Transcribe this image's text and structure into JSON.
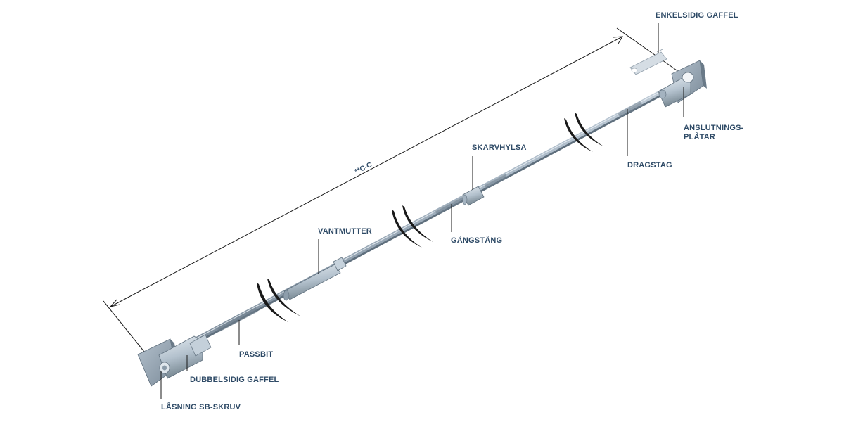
{
  "dimension": {
    "label": "**C-C"
  },
  "labels": {
    "enkelsidig_gaffel": "ENKELSIDIG GAFFEL",
    "anslutningsplatar_line1": "ANSLUTNINGS-",
    "anslutningsplatar_line2": "PLÅTAR",
    "dragstag": "DRAGSTAG",
    "skarvhylsa": "SKARVHYLSA",
    "gangstang": "GÄNGSTÅNG",
    "vantmutter": "VANTMUTTER",
    "passbit": "PASSBIT",
    "dubbelsidig_gaffel": "DUBBELSIDIG GAFFEL",
    "lasning": "LÅSNING SB-SKRUV"
  },
  "colors": {
    "label_text": "#2e4a66",
    "rod": "#9fb0c0",
    "plate": "#8a9aa8",
    "line": "#1a1a1a"
  }
}
